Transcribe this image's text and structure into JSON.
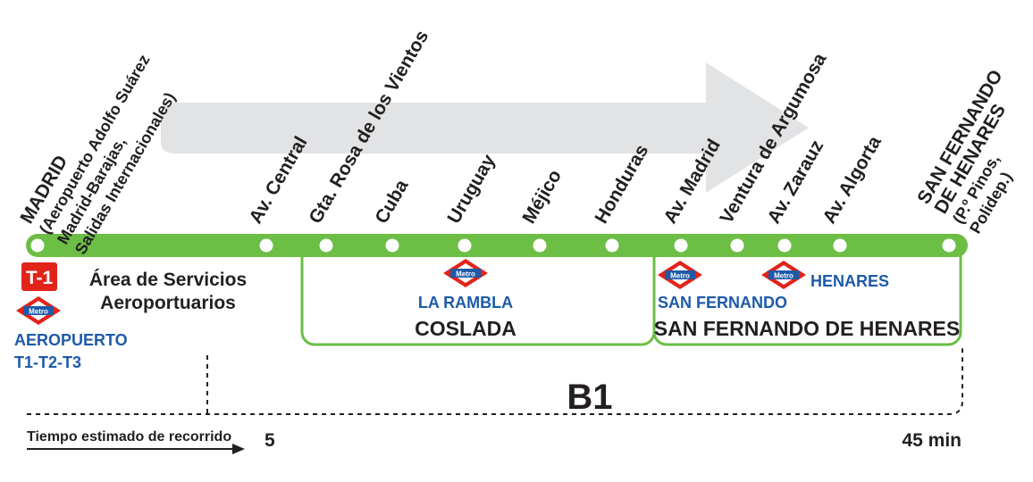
{
  "stops": [
    {
      "name": "MADRID",
      "sub": [
        "(Aeropuerto Adolfo Suárez",
        "Madrid-Barajas,",
        "Salidas Internacionales)"
      ]
    },
    {
      "name": "Av. Central"
    },
    {
      "name": "Gta. Rosa de los Vientos"
    },
    {
      "name": "Cuba"
    },
    {
      "name": "Uruguay"
    },
    {
      "name": "Méjico"
    },
    {
      "name": "Honduras"
    },
    {
      "name": "Av. Madrid"
    },
    {
      "name": "Ventura de Argumosa"
    },
    {
      "name": "Av. Zarauz"
    },
    {
      "name": "Av. Algorta"
    },
    {
      "name": "SAN FERNANDO",
      "name2": "DE HENARES",
      "sub": [
        "(P.º Pinos,",
        "Polidep.)"
      ]
    }
  ],
  "terminal_badge": "T-1",
  "metro_logo_text": "Metro",
  "airport_metro": {
    "line1": "AEROPUERTO",
    "line2": "T1-T2-T3"
  },
  "service_area": {
    "line1": "Área de Servicios",
    "line2": "Aeroportuarios"
  },
  "coslada": {
    "station": "LA RAMBLA",
    "municipality": "COSLADA"
  },
  "san_fernando": {
    "station1": "SAN FERNANDO",
    "station2": "HENARES",
    "municipality": "SAN FERNANDO DE HENARES"
  },
  "line_code": "B1",
  "time": {
    "label": "Tiempo estimado de recorrido",
    "start": "5",
    "end": "45 min"
  },
  "colors": {
    "line": "#6cbe45",
    "arrow": "#e2e3e5",
    "metro_red": "#e2231a",
    "metro_blue": "#1d5aa8",
    "text": "#231f20"
  }
}
